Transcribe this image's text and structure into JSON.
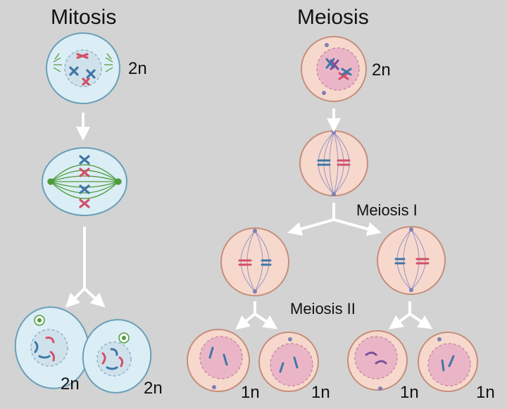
{
  "mitosis": {
    "title": "Mitosis",
    "ploidy_parent": "2n",
    "ploidy_daughters": [
      "2n",
      "2n"
    ]
  },
  "meiosis": {
    "title": "Meiosis",
    "ploidy_parent": "2n",
    "stage_1": "Meiosis I",
    "stage_2": "Meiosis II",
    "ploidy_gametes": [
      "1n",
      "1n",
      "1n",
      "1n"
    ]
  },
  "colors": {
    "background": "#d3d3d3",
    "mitosis_cell_fill": "#dbeef6",
    "mitosis_cell_edge": "#6a9fb8",
    "meiosis_cell_fill": "#f6d9cc",
    "meiosis_cell_edge": "#c58e7c",
    "meiosis_nucleus_fill": "#eab6c7",
    "spindle": "#4f9b3a",
    "chromosome_red": "#d2506a",
    "chromosome_blue": "#3f76a8",
    "arrow": "#ffffff"
  }
}
